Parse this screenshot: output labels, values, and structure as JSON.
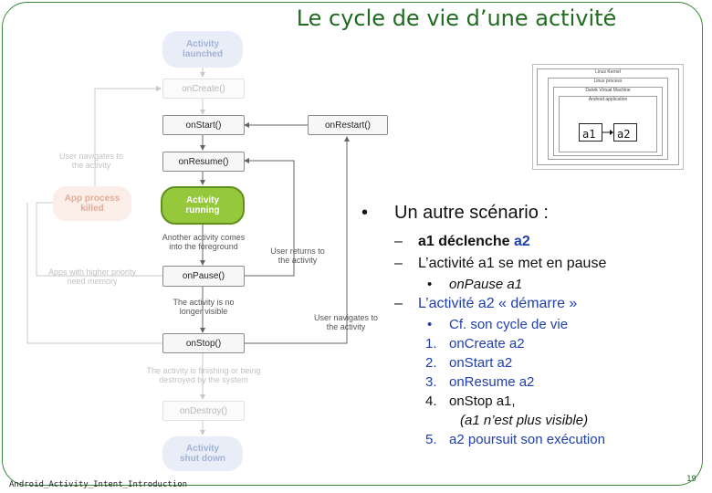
{
  "slide": {
    "title": "Le cycle de vie d’une activité",
    "footer": "Android_Activity_Intent_Introduction",
    "page_number": "19"
  },
  "lifecycle": {
    "launched": "Activity launched",
    "on_create": "onCreate()",
    "on_start": "onStart()",
    "on_restart": "onRestart()",
    "on_resume": "onResume()",
    "running": "Activity running",
    "on_pause": "onPause()",
    "on_stop": "onStop()",
    "on_destroy": "onDestroy()",
    "shut_down": "Activity shut down",
    "process_killed": "App process killed",
    "note_navigates_to": "User navigates to the activity",
    "note_another_activity": "Another activity comes into the foreground",
    "note_user_returns": "User returns to the activity",
    "note_higher_priority": "Apps with higher priority need memory",
    "note_no_longer_visible": "The activity is no longer visible",
    "note_navigates_to_2": "User navigates to the activity",
    "note_finishing": "The activity is finishing or being destroyed by the system"
  },
  "inset": {
    "layer_linux_kernel": "Linux Kernel",
    "layer_linux_process": "Linux process",
    "layer_dalvik": "Dalvik Virtual Machine",
    "layer_android_app": "Android application",
    "a1": "a1",
    "a2": "a2"
  },
  "bullets": {
    "scenario": "Un autre scénario :",
    "dash": "–",
    "dot": "•",
    "l1_a1": "a1",
    "l1_mid": " déclenche ",
    "l1_a2": "a2",
    "l2": "L’activité a1 se met en pause",
    "l2_sub": "onPause a1",
    "l3": "L’activité a2 « démarre »",
    "l3_sub": "Cf. son cycle de vie",
    "n1": "1.",
    "s1": "onCreate a2",
    "n2": "2.",
    "s2": "onStart a2",
    "n3": "3.",
    "s3": "onResume a2",
    "n4": "4.",
    "s4": "onStop a1,",
    "s4_note": "(a1 n’est plus visible)",
    "n5": "5.",
    "s5": "a2 poursuit son exécution"
  }
}
